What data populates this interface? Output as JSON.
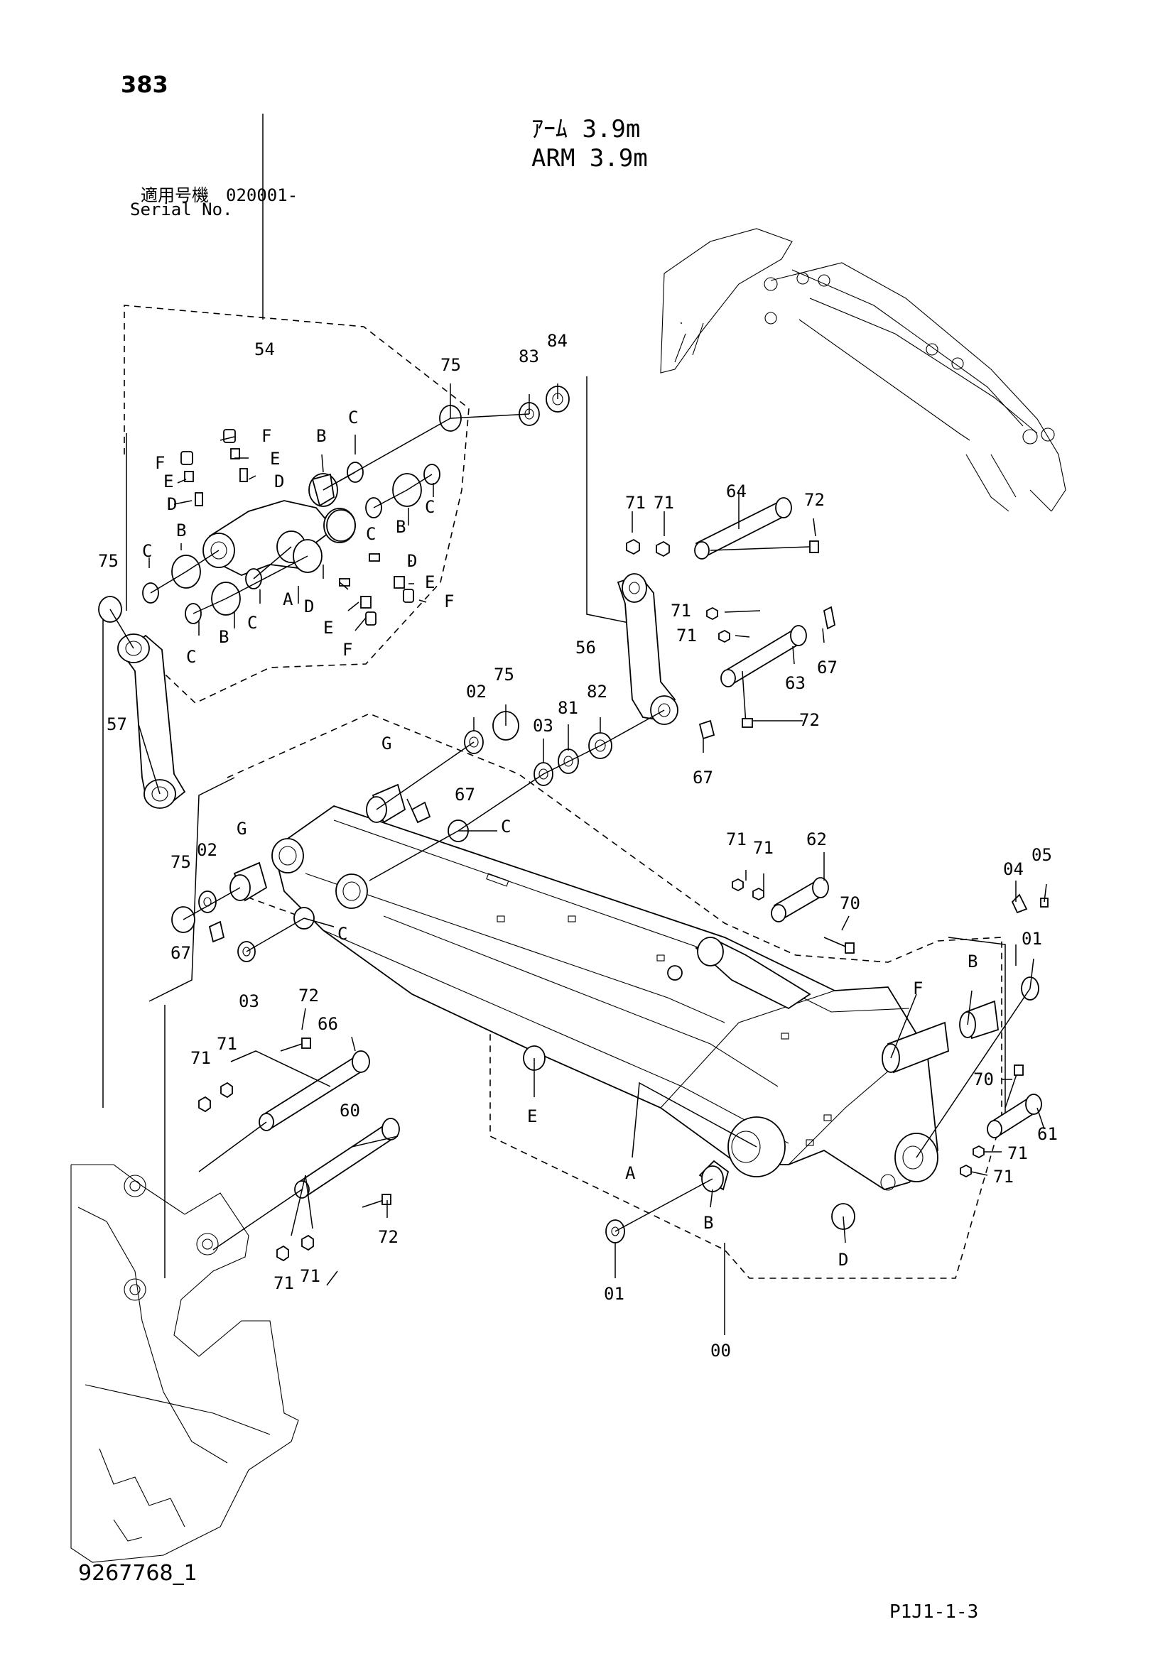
{
  "header": {
    "page_number": "383",
    "title_jp": "ｱｰﾑ 3.9m",
    "title_en": "ARM 3.9m",
    "serial_jp": "適用号機　020001-",
    "serial_en": "Serial No."
  },
  "footer": {
    "drawing_number": "9267768_1",
    "page_code": "P1J1-1-3"
  },
  "callouts": {
    "c00": "00",
    "c01a": "01",
    "c01b": "01",
    "c02a": "02",
    "c02b": "02",
    "c03a": "03",
    "c03b": "03",
    "c04": "04",
    "c05": "05",
    "c54": "54",
    "c56": "56",
    "c57": "57",
    "c60": "60",
    "c61": "61",
    "c62": "62",
    "c63": "63",
    "c64": "64",
    "c66": "66",
    "c67a": "67",
    "c67b": "67",
    "c67c": "67",
    "c67d": "67",
    "c70a": "70",
    "c70b": "70",
    "c71_1": "71",
    "c71_2": "71",
    "c71_3": "71",
    "c71_4": "71",
    "c71_5": "71",
    "c71_6": "71",
    "c71_7": "71",
    "c71_8": "71",
    "c71_9": "71",
    "c71_10": "71",
    "c71_11": "71",
    "c71_12": "71",
    "c72a": "72",
    "c72b": "72",
    "c72c": "72",
    "c72d": "72",
    "c75a": "75",
    "c75b": "75",
    "c75c": "75",
    "c75d": "75",
    "c81": "81",
    "c82": "82",
    "c83": "83",
    "c84": "84",
    "A1": "A",
    "A2": "A",
    "B1": "B",
    "B2": "B",
    "B3": "B",
    "B4": "B",
    "B5": "B",
    "B6": "B",
    "C1": "C",
    "C2": "C",
    "C3": "C",
    "C4": "C",
    "C5": "C",
    "C6": "C",
    "C7": "C",
    "C8": "C",
    "D1": "D",
    "D2": "D",
    "D3": "D",
    "D4": "D",
    "E1": "E",
    "E2": "E",
    "E3": "E",
    "E4": "E",
    "E5": "E",
    "F1": "F",
    "F2": "F",
    "F3": "F",
    "F4": "F",
    "F5": "F",
    "G1": "G",
    "G2": "G"
  }
}
